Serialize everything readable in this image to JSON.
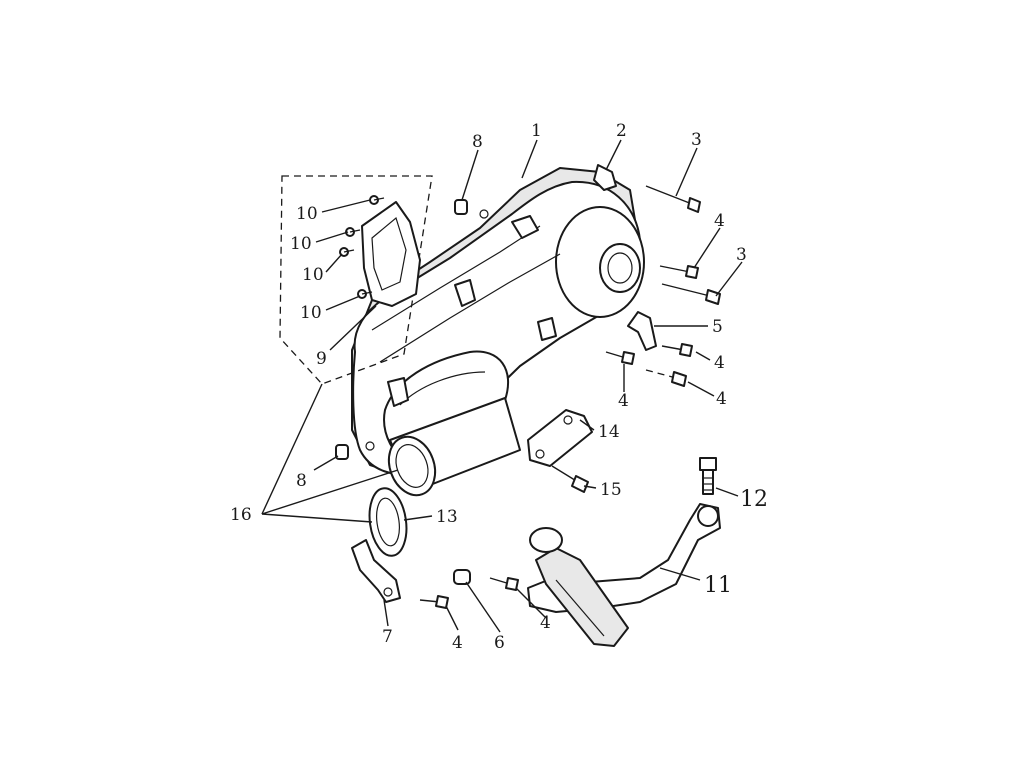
{
  "diagram": {
    "callouts": {
      "c1": "1",
      "c2": "2",
      "c3a": "3",
      "c3b": "3",
      "c4a": "4",
      "c4b": "4",
      "c4c": "4",
      "c4d": "4",
      "c4e": "4",
      "c4f": "4",
      "c5": "5",
      "c6": "6",
      "c7": "7",
      "c8a": "8",
      "c8b": "8",
      "c9": "9",
      "c10a": "10",
      "c10b": "10",
      "c10c": "10",
      "c10d": "10",
      "c11": "11",
      "c12": "12",
      "c13": "13",
      "c14": "14",
      "c15": "15",
      "c16": "16"
    }
  }
}
